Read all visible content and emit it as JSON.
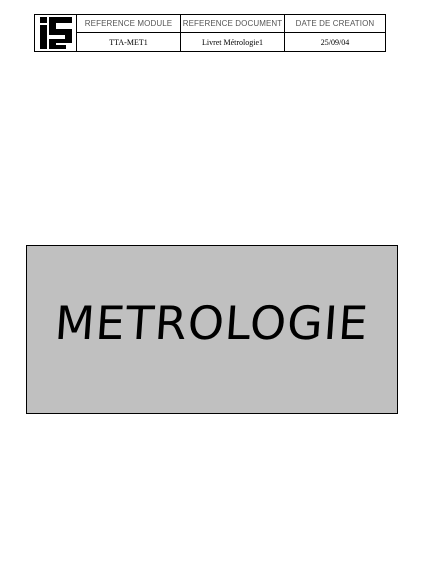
{
  "header": {
    "logo_text": "ISF",
    "columns": [
      {
        "label": "REFERENCE MODULE",
        "value": "TTA-MET1"
      },
      {
        "label": "REFERENCE DOCUMENT",
        "value": "Livret Métrologie1"
      },
      {
        "label": "DATE DE CREATION",
        "value": "25/09/04"
      }
    ]
  },
  "title_box": {
    "title": "METROLOGIE",
    "background": "#c0c0c0"
  }
}
